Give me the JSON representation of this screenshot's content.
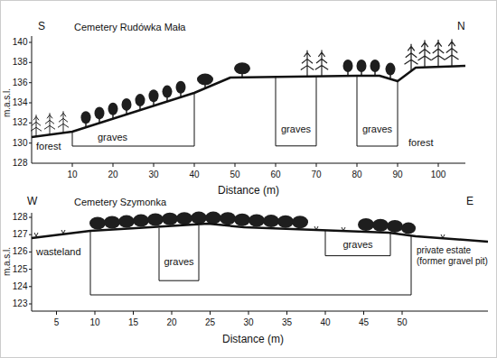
{
  "diagram": {
    "nodes": [
      {
        "text": [
          "graves"
        ]
      },
      {
        "text": [
          "graves"
        ]
      },
      {
        "text": [
          "graves"
        ]
      },
      {
        "text": [
          "graves"
        ]
      },
      {
        "text": [
          "graves"
        ]
      }
    ],
    "labels": [
      "S",
      "Cemetery Rudówka Mała",
      "N",
      "m.a.s.l.",
      "140",
      "138",
      "136",
      "134",
      "132",
      "130",
      "128",
      "10",
      "20",
      "30",
      "40",
      "50",
      "60",
      "70",
      "80",
      "90",
      "100",
      "Distance (m)",
      "forest",
      "forest",
      "W",
      "Cemetery Szymonka",
      "E",
      "m.a.s.l.",
      "128",
      "127",
      "126",
      "125",
      "124",
      "123",
      "5",
      "10",
      "15",
      "20",
      "25",
      "30",
      "35",
      "40",
      "45",
      "50",
      "Distance (m)",
      "wasteland",
      "private estate (former gravel pit)"
    ]
  }
}
